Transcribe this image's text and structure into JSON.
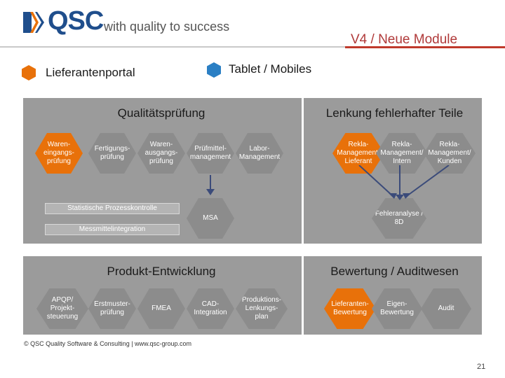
{
  "brand": {
    "name": "QSC",
    "tagline": "with quality to success"
  },
  "header": {
    "title": "V4 / Neue Module"
  },
  "legend": [
    {
      "label": "Lieferantenportal",
      "color": "#e8710a"
    },
    {
      "label": "Tablet / Mobiles",
      "color": "#2b7fc4"
    }
  ],
  "quality": {
    "title": "Qualitätsprüfung",
    "hexes": [
      "Waren-\neingangs-\nprüfung",
      "Fertigungs-\nprüfung",
      "Waren-\nausgangs-\nprüfung",
      "Prüfmittel-\nmanagement",
      "Labor-\nManagement",
      "MSA"
    ],
    "bars": [
      "Statistische Prozesskontrolle",
      "Messmittelintegration"
    ]
  },
  "defects": {
    "title": "Lenkung fehlerhafter Teile",
    "hexes": [
      "Rekla-\nManagement/\nLieferant",
      "Rekla-\nManagement/\nIntern",
      "Rekla-\nManagement/\nKunden",
      "Fehleranalyse /\n8D"
    ]
  },
  "product": {
    "title": "Produkt-Entwicklung",
    "hexes": [
      "APQP/\nProjekt-\nsteuerung",
      "Erstmuster-\nprüfung",
      "FMEA",
      "CAD-\nIntegration",
      "Produktions-\nLenkungs-\nplan"
    ]
  },
  "audit": {
    "title": "Bewertung / Auditwesen",
    "hexes": [
      "Lieferanten-\nBewertung",
      "Eigen-\nBewertung",
      "Audit"
    ]
  },
  "footer": {
    "copyright": "© QSC Quality Software & Consulting | www.qsc-group.com",
    "page": "21"
  }
}
